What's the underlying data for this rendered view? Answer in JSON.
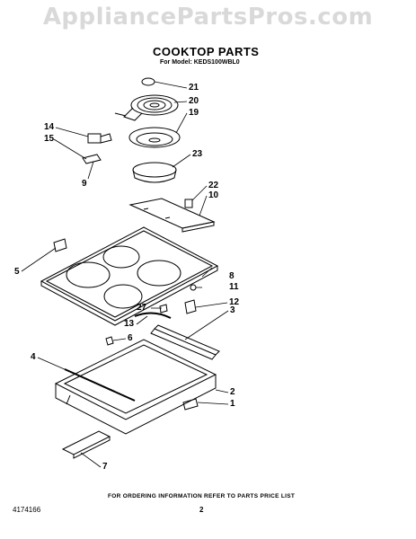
{
  "watermark": "AppliancePartsPros.com",
  "header": {
    "title": "COOKTOP PARTS",
    "model_line": "For Model: KEDS100WBL0"
  },
  "callouts": {
    "c21": "21",
    "c20": "20",
    "c19": "19",
    "c14": "14",
    "c15": "15",
    "c9": "9",
    "c23": "23",
    "c22": "22",
    "c10": "10",
    "c5": "5",
    "c8": "8",
    "c11": "11",
    "c12": "12",
    "c27": "27",
    "c3": "3",
    "c13": "13",
    "c6": "6",
    "c4": "4",
    "c2": "2",
    "c1": "1",
    "c7": "7"
  },
  "footer": {
    "order_note": "FOR ORDERING INFORMATION REFER TO PARTS PRICE LIST",
    "doc_number": "4174166",
    "page_number": "2",
    "fineprint_left": "",
    "fineprint_right": ""
  }
}
